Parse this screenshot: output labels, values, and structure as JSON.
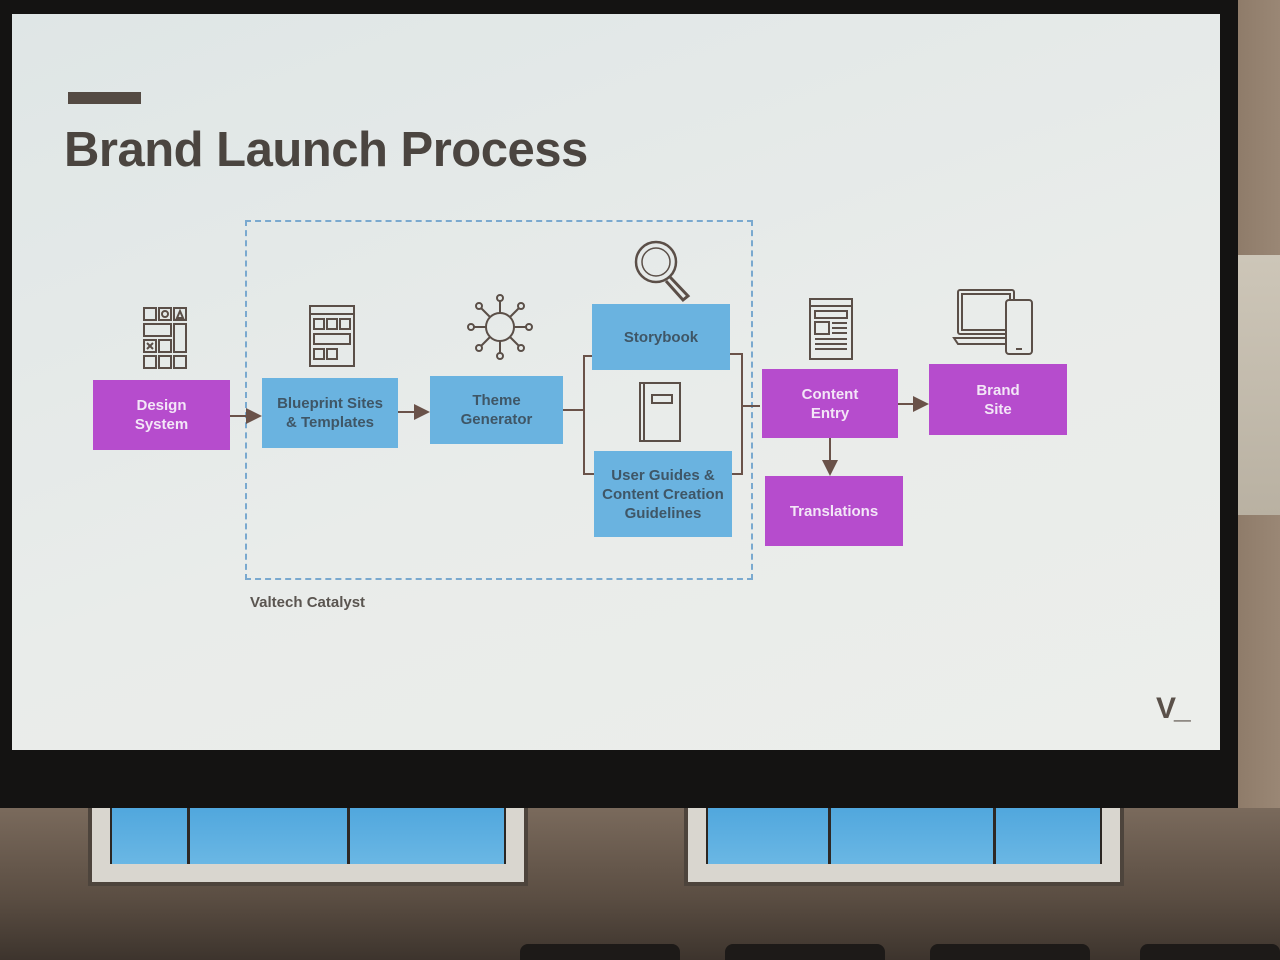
{
  "slide": {
    "title": "Brand Launch Process",
    "group_label": "Valtech Catalyst",
    "logo_text": "V_"
  },
  "colors": {
    "brand_magenta": "#b64ccd",
    "catalyst_blue": "#6ab3e0",
    "text_dark": "#4b4540",
    "dashed_border": "#7aa9cf"
  },
  "nodes": {
    "design_system": {
      "label": "Design\nSystem",
      "icon": "grid-layout-icon"
    },
    "blueprint_sites": {
      "label": "Blueprint Sites\n& Templates",
      "icon": "browser-template-icon"
    },
    "theme_generator": {
      "label": "Theme\nGenerator",
      "icon": "network-hub-icon"
    },
    "storybook": {
      "label": "Storybook",
      "icon": "magnifier-icon"
    },
    "user_guides": {
      "label": "User Guides &\nContent Creation\nGuidelines",
      "icon": "book-icon"
    },
    "content_entry": {
      "label": "Content\nEntry",
      "icon": "document-page-icon"
    },
    "brand_site": {
      "label": "Brand\nSite",
      "icon": "laptop-phone-icon"
    },
    "translations": {
      "label": "Translations"
    }
  }
}
